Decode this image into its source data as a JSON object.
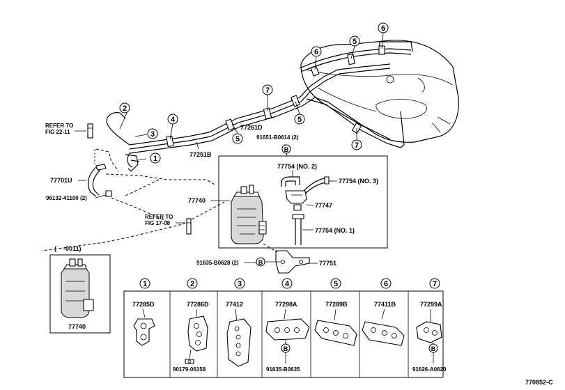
{
  "diagram_id": "770852-C",
  "refer_fig_22": {
    "line1": "REFER TO",
    "line2": "FIG 22-11"
  },
  "refer_fig_17": {
    "line1": "REFER TO",
    "line2": "FIG 17-08"
  },
  "callout_numbers": [
    "1",
    "2",
    "3",
    "4",
    "5",
    "6",
    "7"
  ],
  "callout_letter": "B",
  "part_numbers": {
    "p77701U": "77701U",
    "p96132": "96132-41100 (2)",
    "p77251B": "77251B",
    "p77261D": "77261D",
    "p91651": "91651-B0614 (2)",
    "p77740": "77740",
    "p77754_2": "77754 (NO. 2)",
    "p77754_3": "77754 (NO. 3)",
    "p77747": "77747",
    "p77754_1": "77754 (NO. 1)",
    "p91635_b0628": "91635-B0628 (2)",
    "p77751": "77751"
  },
  "inset": {
    "range_label": "(    -0011)",
    "part": "77740"
  },
  "legend": [
    {
      "num": "1",
      "part": "77285D",
      "sub": ""
    },
    {
      "num": "2",
      "part": "77286D",
      "sub": "90179-06158"
    },
    {
      "num": "3",
      "part": "77412",
      "sub": ""
    },
    {
      "num": "4",
      "part": "77298A",
      "sub": "91635-B0635"
    },
    {
      "num": "5",
      "part": "77289B",
      "sub": ""
    },
    {
      "num": "6",
      "part": "77411B",
      "sub": ""
    },
    {
      "num": "7",
      "part": "77299A",
      "sub": "91626-A0620"
    }
  ]
}
